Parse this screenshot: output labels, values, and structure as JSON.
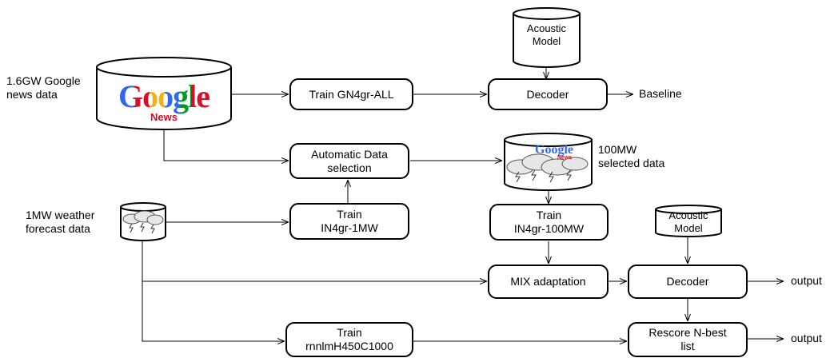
{
  "boxes": {
    "train_gn4gr_all": "Train GN4gr-ALL",
    "decoder_top": "Decoder",
    "auto_selection": "Automatic Data\nselection",
    "train_in4gr_1mw": "Train\nIN4gr-1MW",
    "train_in4gr_100mw": "Train\nIN4gr-100MW",
    "mix_adaptation": "MIX adaptation",
    "decoder_bottom": "Decoder",
    "train_rnnlm": "Train\nrnnlmH450C1000",
    "rescore": "Rescore N-best\nlist"
  },
  "databases": {
    "acoustic_top": "Acoustic\nModel",
    "acoustic_bottom": "Acoustic\nModel",
    "google_logo": "Google",
    "google_news": "News",
    "small_google_logo": "Google",
    "small_google_news": "News"
  },
  "labels": {
    "google_data": "1.6GW Google\nnews data",
    "weather_data": "1MW weather\nforecast  data",
    "selected_data": "100MW\nselected data",
    "baseline": "Baseline",
    "output_1": "output",
    "output_2": "output"
  },
  "google_colors": [
    "#3369e8",
    "#d50f25",
    "#eeb211",
    "#3369e8",
    "#009925",
    "#d50f25"
  ]
}
